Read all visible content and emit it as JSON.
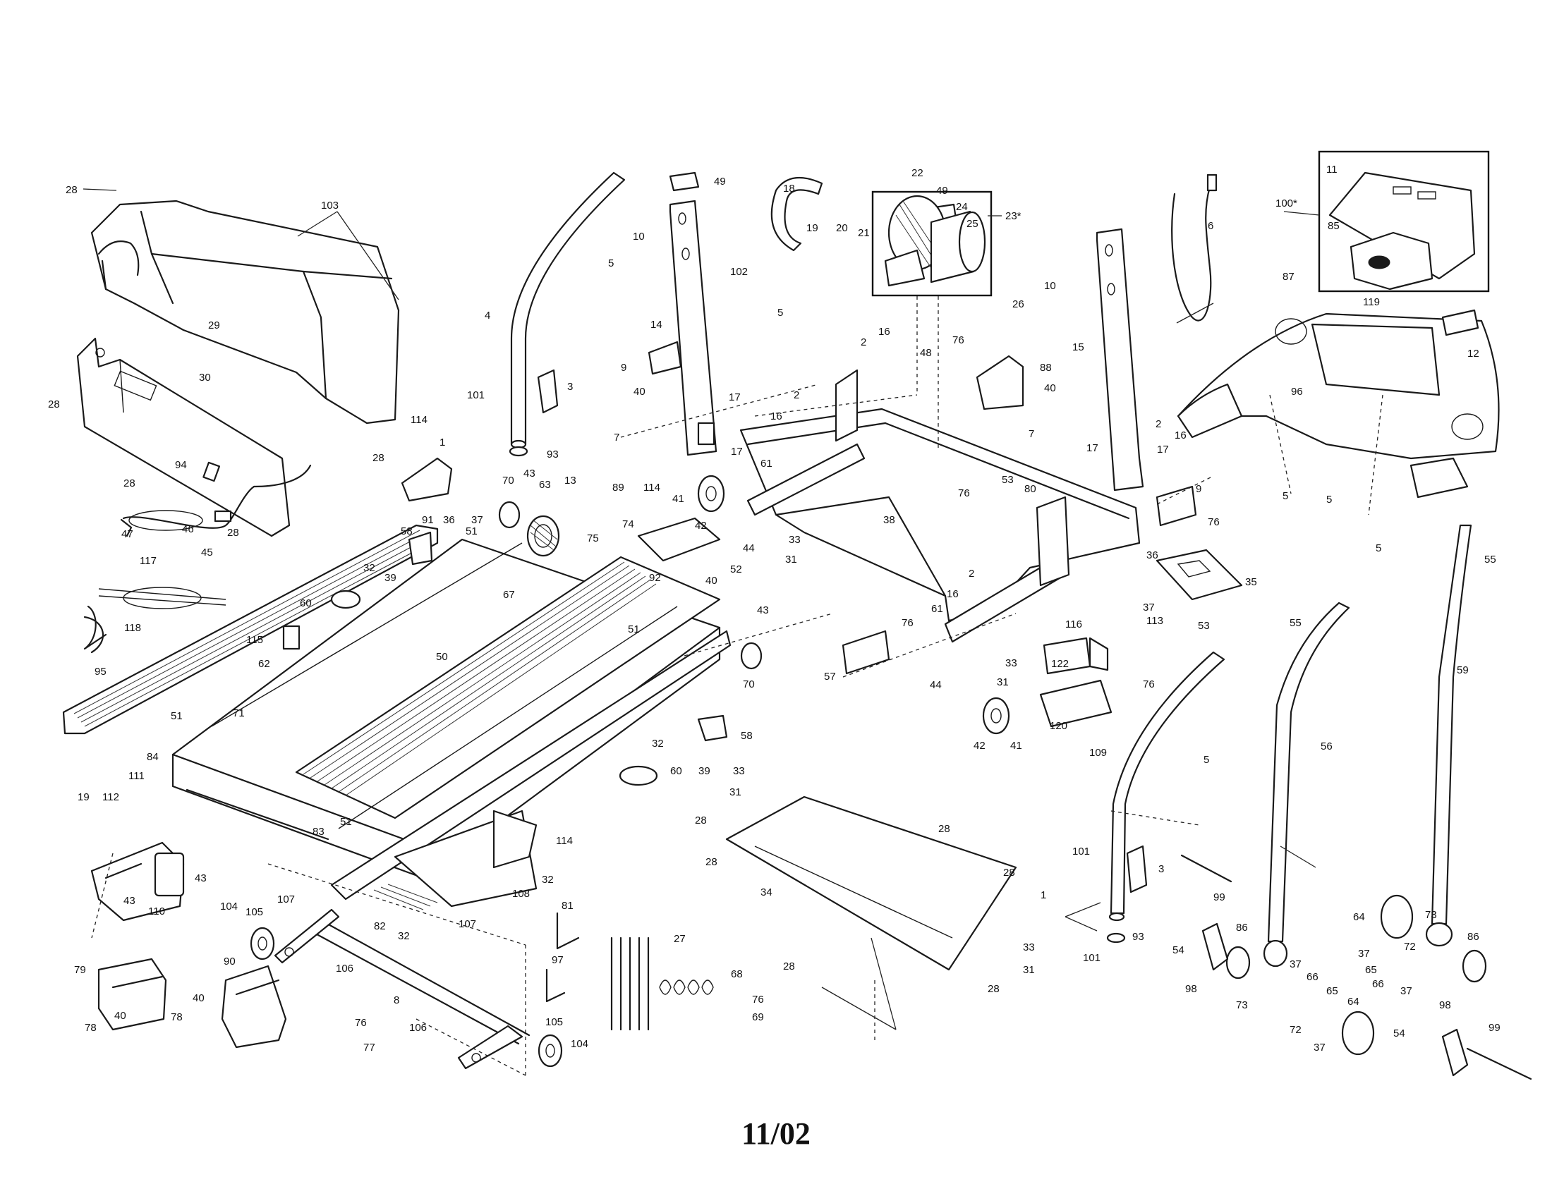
{
  "footer": {
    "date": "11/02"
  },
  "callouts": {
    "c28": "28",
    "c103": "103",
    "c29": "29",
    "c30": "30",
    "c94": "94",
    "c47": "47",
    "c46": "46",
    "c45": "45",
    "c117": "117",
    "c118": "118",
    "c95": "95",
    "c4": "4",
    "c5": "5",
    "c101": "101",
    "c1": "1",
    "c114": "114",
    "c91": "91",
    "c36": "36",
    "c37": "37",
    "c3": "3",
    "c93": "93",
    "c70": "70",
    "c43": "43",
    "c63": "63",
    "c13": "13",
    "c89": "89",
    "c74": "74",
    "c75": "75",
    "c51": "51",
    "c41": "41",
    "c42": "42",
    "c44": "44",
    "c92": "92",
    "c49": "49",
    "c10": "10",
    "c14": "14",
    "c102": "102",
    "c9": "9",
    "c40": "40",
    "c7": "7",
    "c17": "17",
    "c58": "58",
    "c32": "32",
    "c39": "39",
    "c60": "60",
    "c67": "67",
    "c115": "115",
    "c62": "62",
    "c50": "50",
    "c71": "71",
    "c84": "84",
    "c111": "111",
    "c19": "19",
    "c112": "112",
    "c110": "110",
    "c83": "83",
    "c82": "82",
    "c108": "108",
    "c104": "104",
    "c105": "105",
    "c107": "107",
    "c106": "106",
    "c79": "79",
    "c90": "90",
    "c78": "78",
    "c76": "76",
    "c77": "77",
    "c8": "8",
    "c81": "81",
    "c97": "97",
    "c27": "27",
    "c68": "68",
    "c69": "69",
    "c52": "52",
    "c18": "18",
    "c22": "22",
    "c20": "20",
    "c21": "21",
    "c24": "24",
    "c25": "25",
    "c23": "23*",
    "c26": "26",
    "c2": "2",
    "c16": "16",
    "c48": "48",
    "c88": "88",
    "c61": "61",
    "c33": "33",
    "c31": "31",
    "c38": "38",
    "c53": "53",
    "c80": "80",
    "c57": "57",
    "c116": "116",
    "c122": "122",
    "c120": "120",
    "c113": "113",
    "c15": "15",
    "c6": "6",
    "c35": "35",
    "c109": "109",
    "c34": "34",
    "c99": "99",
    "c100": "100*",
    "c11": "11",
    "c85": "85",
    "c119": "119",
    "c87": "87",
    "c12": "12",
    "c96": "96",
    "c55": "55",
    "c59": "59",
    "c56": "56",
    "c73": "73",
    "c86": "86",
    "c64": "64",
    "c65": "65",
    "c66": "66",
    "c72": "72",
    "c54": "54",
    "c98": "98"
  }
}
